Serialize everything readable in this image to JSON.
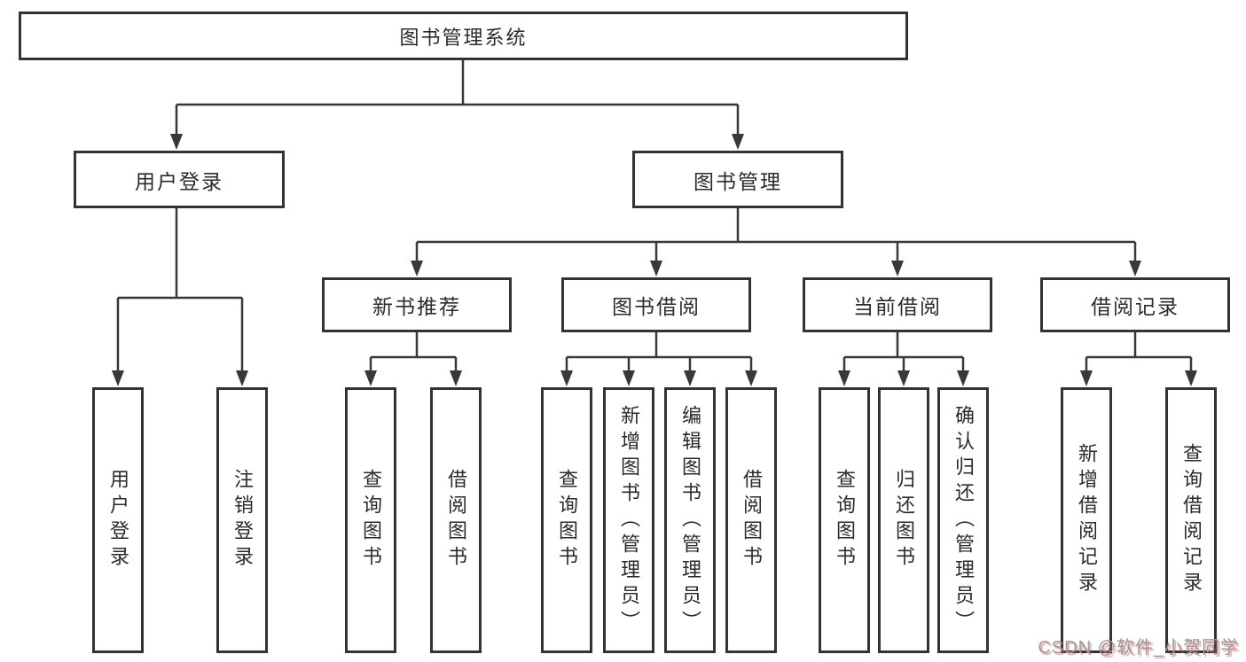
{
  "diagram": {
    "type": "tree",
    "tree": {
      "label": "图书管理系统",
      "children": [
        {
          "label": "用户登录",
          "children": [
            {
              "label": "用户登录"
            },
            {
              "label": "注销登录"
            }
          ]
        },
        {
          "label": "图书管理",
          "children": [
            {
              "label": "新书推荐",
              "children": [
                {
                  "label": "查询图书"
                },
                {
                  "label": "借阅图书"
                }
              ]
            },
            {
              "label": "图书借阅",
              "children": [
                {
                  "label": "查询图书"
                },
                {
                  "label": "新增图书（管理员）"
                },
                {
                  "label": "编辑图书（管理员）"
                },
                {
                  "label": "借阅图书"
                }
              ]
            },
            {
              "label": "当前借阅",
              "children": [
                {
                  "label": "查询图书"
                },
                {
                  "label": "归还图书"
                },
                {
                  "label": "确认归还（管理员）"
                }
              ]
            },
            {
              "label": "借阅记录",
              "children": [
                {
                  "label": "新增借阅记录"
                },
                {
                  "label": "查询借阅记录"
                }
              ]
            }
          ]
        }
      ]
    },
    "colors": {
      "line": "#383838",
      "box_border": "#333333",
      "text": "#2b2b2b",
      "watermark_text": "#9b9b9b",
      "watermark_shadow": "#d65050",
      "background": "#ffffff"
    }
  },
  "watermark": {
    "text": "CSDN @软件_小贺同学"
  }
}
